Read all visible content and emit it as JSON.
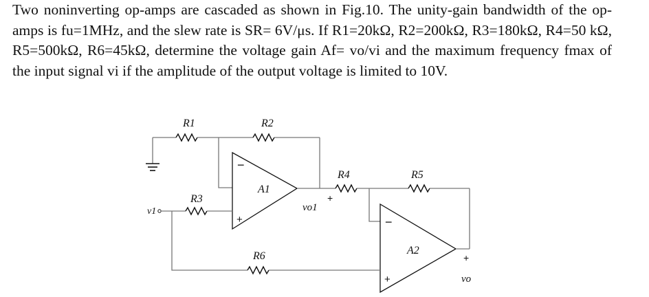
{
  "problem": {
    "text": "Two noninverting op-amps are cascaded as shown in Fig.10. The unity-gain bandwidth of the op-amps is fu=1MHz, and the slew rate is SR= 6V/μs. If R1=20kΩ, R2=200kΩ, R3=180kΩ, R4=50 kΩ, R5=500kΩ, R6=45kΩ, determine the voltage gain Af= vo/vi and the maximum frequency fmax of the input signal vi if the amplitude of the output voltage is limited to 10V."
  },
  "circuit": {
    "labels": {
      "r1": "R1",
      "r2": "R2",
      "r3": "R3",
      "r4": "R4",
      "r5": "R5",
      "r6": "R6",
      "a1": "A1",
      "a2": "A2",
      "vi": "v1",
      "vo1": "vo1",
      "vo": "vo"
    },
    "signs": {
      "a1_minus": "−",
      "a1_plus": "+",
      "a2_minus": "−",
      "a2_plus": "+",
      "vo1_plus": "+",
      "vo_plus": "+"
    }
  }
}
